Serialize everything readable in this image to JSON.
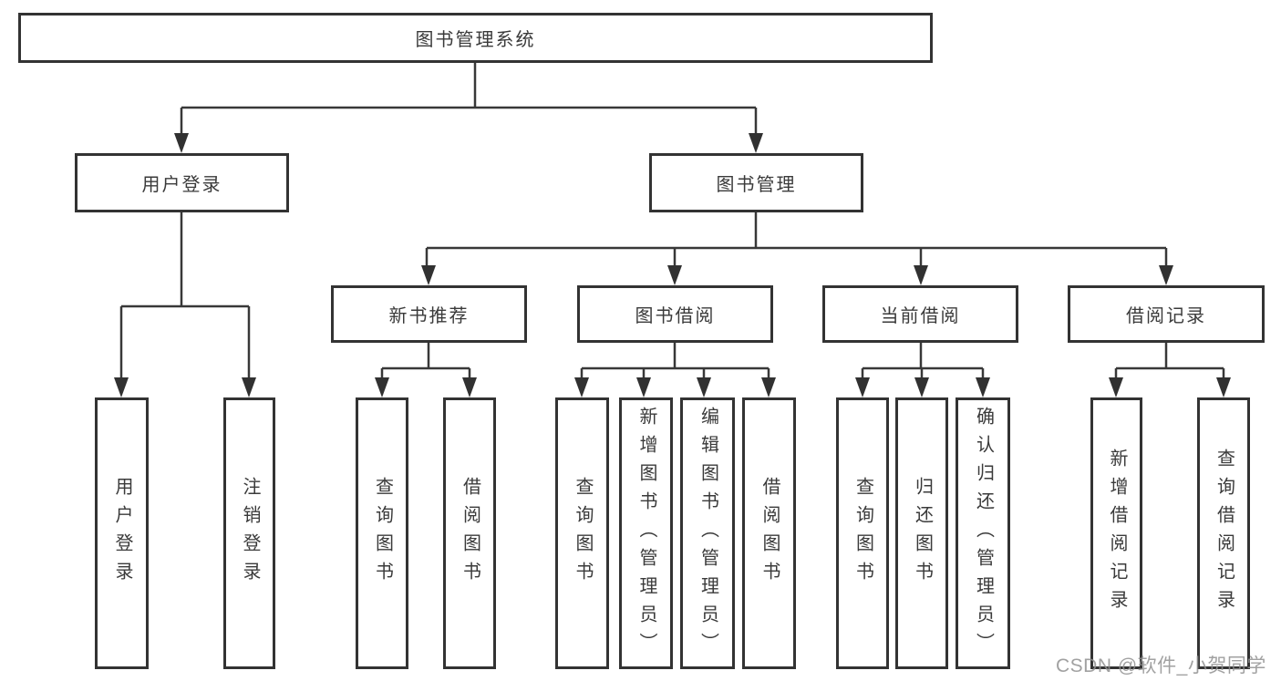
{
  "diagram": {
    "title": "图书管理系统",
    "branches": [
      {
        "label": "用户登录",
        "leaves": [
          "用户登录",
          "注销登录"
        ]
      },
      {
        "label": "图书管理",
        "groups": [
          {
            "label": "新书推荐",
            "leaves": [
              "查询图书",
              "借阅图书"
            ]
          },
          {
            "label": "图书借阅",
            "leaves": [
              "查询图书",
              "新增图书（管理员）",
              "编辑图书（管理员）",
              "借阅图书"
            ]
          },
          {
            "label": "当前借阅",
            "leaves": [
              "查询图书",
              "归还图书",
              "确认归还（管理员）"
            ]
          },
          {
            "label": "借阅记录",
            "leaves": [
              "新增借阅记录",
              "查询借阅记录"
            ]
          }
        ]
      }
    ]
  },
  "watermark": {
    "text": "CSDN @软件_小贺同学"
  },
  "colors": {
    "line": "#383838",
    "box_border": "#333333",
    "text": "#3a3a3a",
    "watermark": "#919191",
    "background": "#ffffff"
  }
}
